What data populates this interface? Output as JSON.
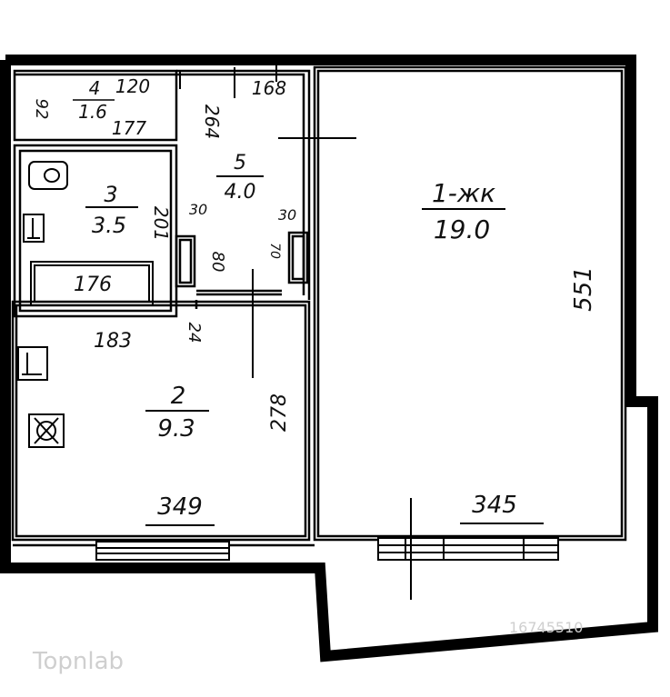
{
  "rooms": [
    {
      "id": "room-1",
      "number": "1-жк",
      "area": "19.0"
    },
    {
      "id": "room-2",
      "number": "2",
      "area": "9.3"
    },
    {
      "id": "room-3",
      "number": "3",
      "area": "3.5"
    },
    {
      "id": "room-4",
      "number": "4",
      "area": "1.6"
    },
    {
      "id": "room-5",
      "number": "5",
      "area": "4.0"
    }
  ],
  "dimensions": {
    "d92": "92",
    "d120": "120",
    "d177": "177",
    "d264": "264",
    "d168": "168",
    "d201": "201",
    "d176": "176",
    "d30a": "30",
    "d30b": "30",
    "d80": "80",
    "d70": "70",
    "d183": "183",
    "d24": "24",
    "d278": "278",
    "d349": "349",
    "d345": "345",
    "d551": "551"
  },
  "fixtures": {
    "toilet": "toilet-icon",
    "bathtub": "bathtub-icon",
    "sink": "sink-icon",
    "stove": "stove-icon"
  },
  "watermark": {
    "brand": "Topnlab",
    "id": "16745510"
  }
}
